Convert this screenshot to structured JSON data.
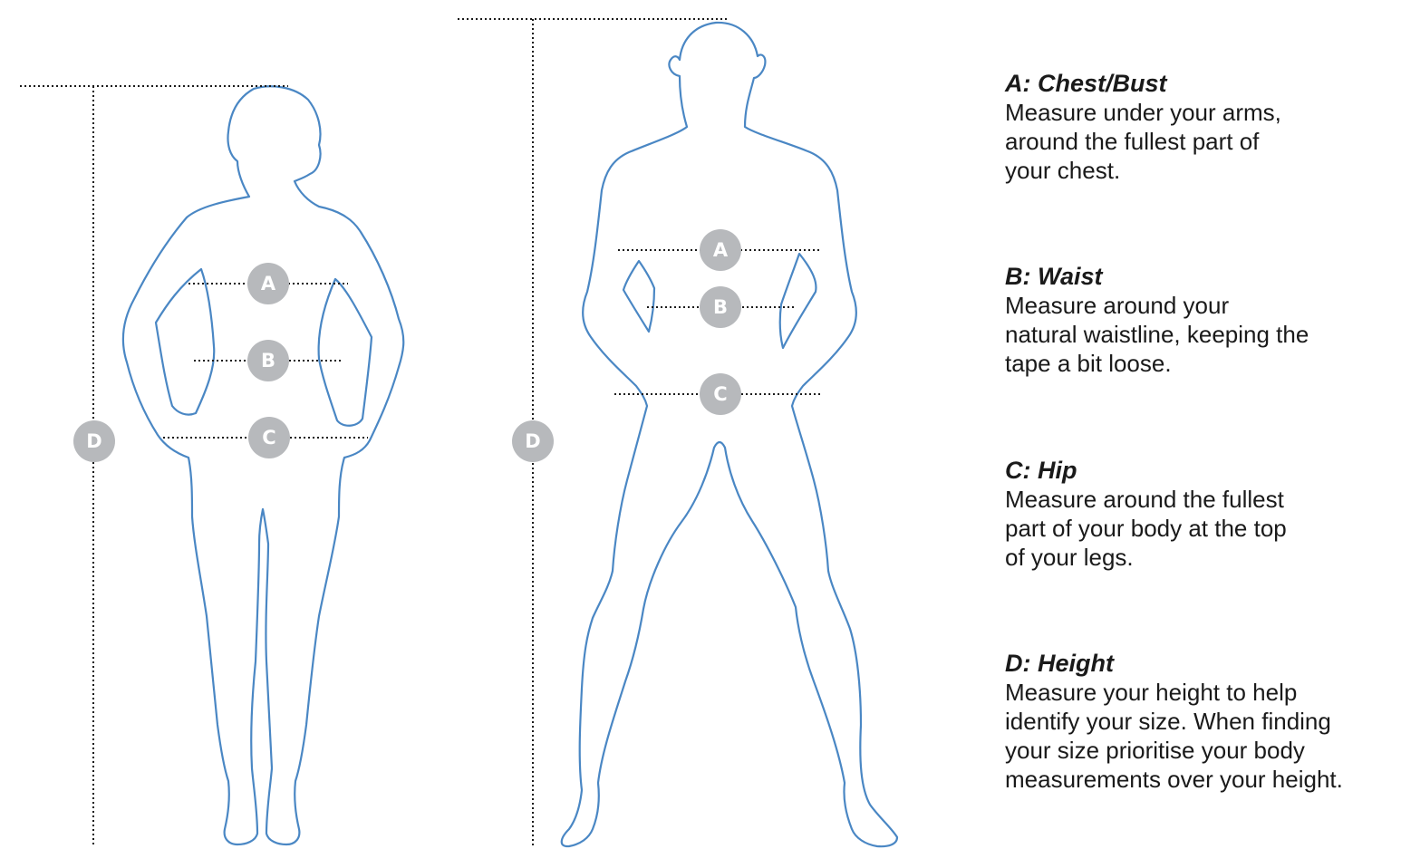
{
  "markers": {
    "chest": "A",
    "waist": "B",
    "hip": "C",
    "height": "D"
  },
  "legend": [
    {
      "title": "A: Chest/Bust",
      "lines": [
        "Measure under your arms,",
        "around the fullest part of",
        "your chest."
      ]
    },
    {
      "title": "B: Waist",
      "lines": [
        "Measure around your",
        "natural waistline, keeping the",
        "tape a bit loose."
      ]
    },
    {
      "title": "C: Hip",
      "lines": [
        "Measure around the fullest",
        "part of your body at the top",
        "of your legs."
      ]
    },
    {
      "title": "D: Height",
      "lines": [
        "Measure your height to help",
        "identify your size. When finding",
        "your size prioritise your body",
        "measurements over your height."
      ]
    }
  ],
  "colors": {
    "outline": "#4a87c4",
    "marker": "#b7b9bc",
    "text": "#1a1a1a"
  }
}
